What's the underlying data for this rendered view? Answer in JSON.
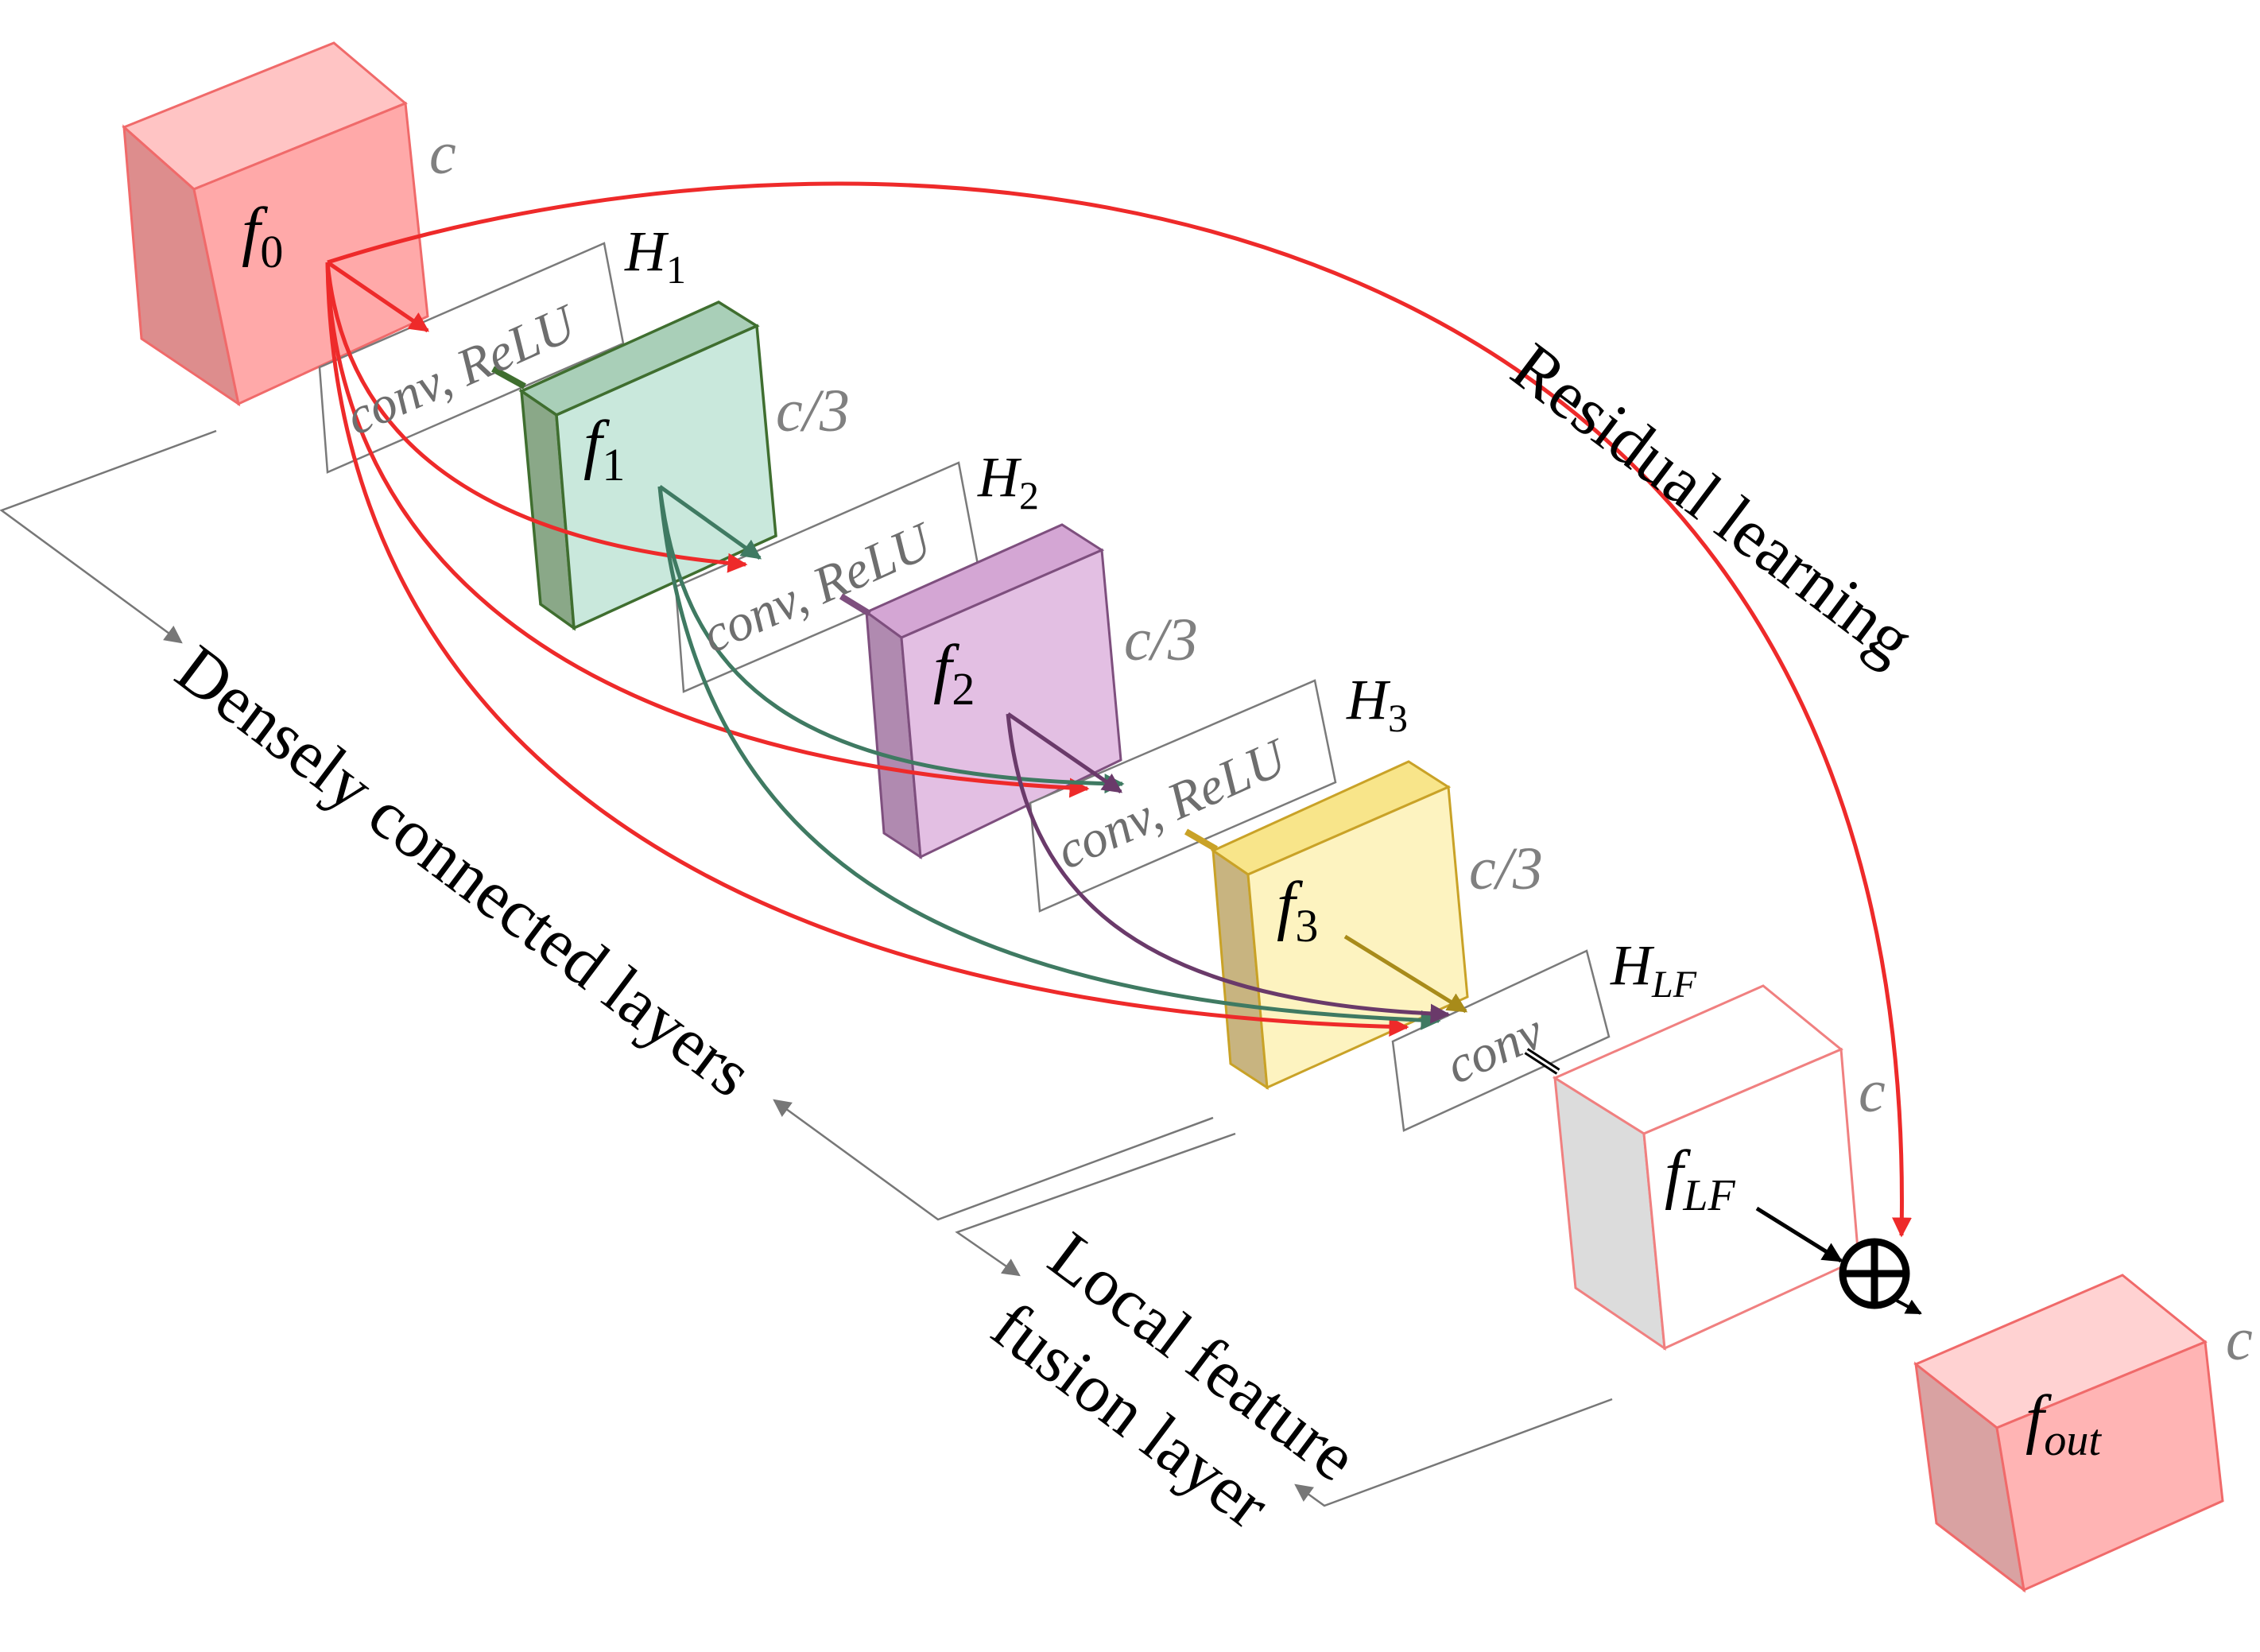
{
  "features": {
    "f0": {
      "base": "f",
      "sub": "0"
    },
    "f1": {
      "base": "f",
      "sub": "1"
    },
    "f2": {
      "base": "f",
      "sub": "2"
    },
    "f3": {
      "base": "f",
      "sub": "3"
    },
    "fLF": {
      "base": "f",
      "sub": "LF"
    },
    "fout": {
      "base": "f",
      "sub": "out"
    }
  },
  "channels": {
    "f0": "c",
    "f1": "c/3",
    "f2": "c/3",
    "f3": "c/3",
    "fLF": "c",
    "fout": "c"
  },
  "layers": {
    "H1": {
      "base": "H",
      "sub": "1",
      "op": "conv, ReLU"
    },
    "H2": {
      "base": "H",
      "sub": "2",
      "op": "conv, ReLU"
    },
    "H3": {
      "base": "H",
      "sub": "3",
      "op": "conv, ReLU"
    },
    "HLF": {
      "base": "H",
      "sub": "LF",
      "op": "conv"
    }
  },
  "operator_symbol": "⊕",
  "annotations": {
    "dense": "Densely connected layers",
    "fusion_line1": "Local feature",
    "fusion_line2": "fusion layer",
    "residual": "Residual learning"
  },
  "colors": {
    "red_block": "#ff9f9f",
    "red_edge": "#f06a6a",
    "green_block": "#c9e8dc",
    "green_edge": "#3f6e2f",
    "purple_block": "#e3bfe3",
    "purple_edge": "#7e4f7e",
    "yellow_block": "#fdf3c0",
    "yellow_edge": "#c9a227",
    "red_arrow": "#ee2a2a",
    "green_arrow": "#3f7a62",
    "purple_arrow": "#6a3a6a",
    "gold_arrow": "#a88b1a",
    "gray_label": "#808080"
  }
}
